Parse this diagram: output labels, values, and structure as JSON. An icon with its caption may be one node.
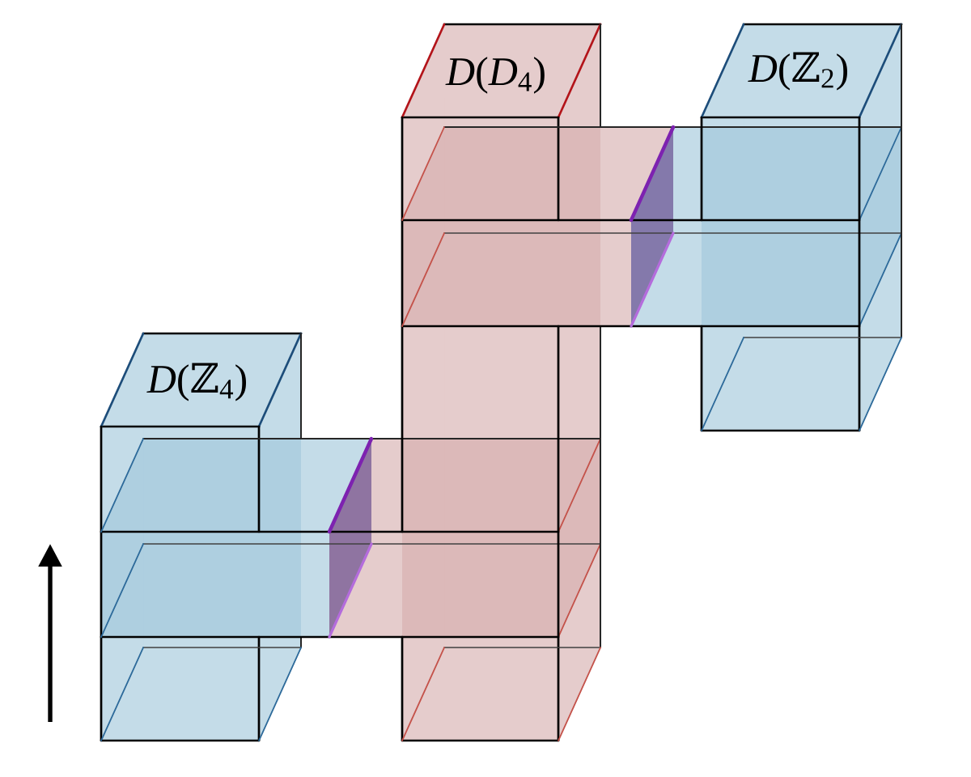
{
  "diagram": {
    "nodes": [
      {
        "text": [
          "*D*(*D*$_{4}$)"
        ]
      },
      {
        "text": [
          "*D*(ℤ$_{2}$)"
        ]
      },
      {
        "text": [
          "*D*(ℤ$_{4}$)"
        ]
      }
    ]
  }
}
